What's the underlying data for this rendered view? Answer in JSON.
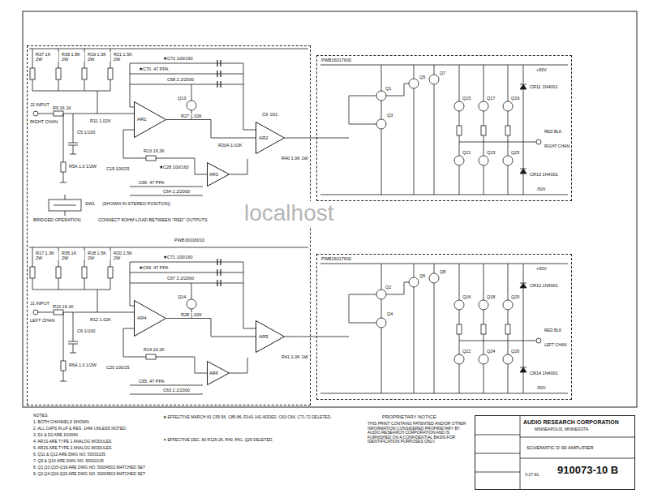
{
  "diagram": {
    "nodes": [
      {
        "text": [
          "PWB16016010"
        ]
      },
      {
        "text": [
          "AR1"
        ],
        "in": 0
      },
      {
        "text": [
          "AR3"
        ],
        "in": 0
      },
      {
        "text": [
          "AR2"
        ],
        "in": 0
      },
      {
        "text": [
          "AR4"
        ],
        "in": 0
      },
      {
        "text": [
          "AR6"
        ],
        "in": 0
      },
      {
        "text": [
          "AR5"
        ],
        "in": 0
      },
      {
        "text": [
          "PWB16017600"
        ]
      },
      {
        "text": [
          "PWB16017600"
        ]
      },
      {
        "text": [
          "AUDIO RESEARCH CORPORATION",
          "MINNEAPOLIS, MINNESOTA",
          "SCHEMATIC D-90 AMPLIFIER",
          "3-27-81",
          "910073-10 B"
        ]
      }
    ],
    "edges": [
      {
        "from": 1,
        "to": 3,
        "arrow": "none"
      },
      {
        "from": 3,
        "to": 7,
        "arrow": "none"
      },
      {
        "from": 4,
        "to": 6,
        "arrow": "none"
      },
      {
        "from": 6,
        "to": 8,
        "arrow": "none"
      }
    ],
    "labels": [
      "R37 1K 2W",
      "R39 1.8K 2W",
      "R19 1.5K 2W",
      "R21 1.5K 2W",
      "★C72 100/160",
      "★C70 .47 PPA",
      "C68 2.2/2000",
      "J2 INPUT",
      "RIGHT CHAN",
      "R9 16.1K",
      "R11 1.02K",
      "C5 1/100",
      "R5A 1.0 1/2W",
      "Q13",
      "R27 1.02K",
      "R20A 1.02K",
      "R13 16.2K",
      "C19 100/25",
      "★C28 100/160",
      "C66 .47 PPA",
      "C64 2.2/2000",
      "C9 .001",
      "R40 1.0K 1W",
      "Q1",
      "Q3",
      "Q5",
      "Q7",
      "Q15",
      "Q17",
      "Q19",
      "Q21",
      "Q23",
      "Q25",
      "CR11 1N4001",
      "CR13 1N4001",
      "+50V",
      "-50V",
      "RED BLK",
      "RIGHT CHAN",
      "SW1",
      "(SHOWN IN STEREO POSITION)",
      "BRIDGED OPERATION",
      "CONNECT 8OHM LOAD BETWEEN \"RED\" OUTPUTS",
      "R17 1.3K 2W",
      "R35 1K 2W",
      "R18 1.5K 2W",
      "R20 1.5K 2W",
      "★C71 100/160",
      "★C69 .47 PPA",
      "C67 2.2/2000",
      "J1 INPUT",
      "LEFT CHAN",
      "R10 16.1K",
      "R12 1.02K",
      "C6 1/100",
      "R6A 1.0 1/2W",
      "Q14",
      "R28 1.02K",
      "R14 16.2K",
      "C20 100/25",
      "C65 .47 PPA",
      "C63 2.2/2000",
      "R41 1.0K 1W",
      "Q2",
      "Q4",
      "Q6",
      "Q8",
      "Q16",
      "Q18",
      "Q20",
      "Q22",
      "Q24",
      "Q26",
      "CR12 1N4001",
      "CR14 1N4001",
      "+50V",
      "-50V",
      "RED BLK",
      "LEFT CHAN",
      "localhost",
      "NOTES:",
      "1. BOTH CHANNELS SHOWN.",
      "2. ALL CAPS IN μF & RES. 1/4W UNLESS NOTED.",
      "3. D1 & D2 ARE 1N3064.",
      "4. AR1S ARE TYPE 1 ANALOG MODULES.",
      "5. AR2S ARE TYPE 2 ANALOG MODULES.",
      "6. Q11 & Q12 ARE DWG NO. 50031105.",
      "7. Q9 & Q10 ARE DWG NO. 50032105.",
      "8. Q1,Q3,Q15-Q19 ARE DWG NO. 50004502 MATCHED SET",
      "9. Q2,Q4,Q16-Q20 ARE DWG NO. 50004503 MATCHED SET",
      "★ EFFECTIVE MARCH 81 C55-56, C85-86, R141-142 ADDED. C63-C66, C71-72 DELETED.",
      "✦ EFFECTIVE DEC. 80 R125-26, R40, R41, Q29 DELETED.",
      "PROPRIETARY NOTICE",
      "THIS PRINT CONTAINS PATENTED AND/OR OTHER INFORMATION CONSIDERED PROPRIETARY BY AUDIO RESEARCH CORPORATION AND IS FURNISHED ON A CONFIDENTIAL BASIS FOR IDENTIFICATION PURPOSES ONLY."
    ]
  }
}
